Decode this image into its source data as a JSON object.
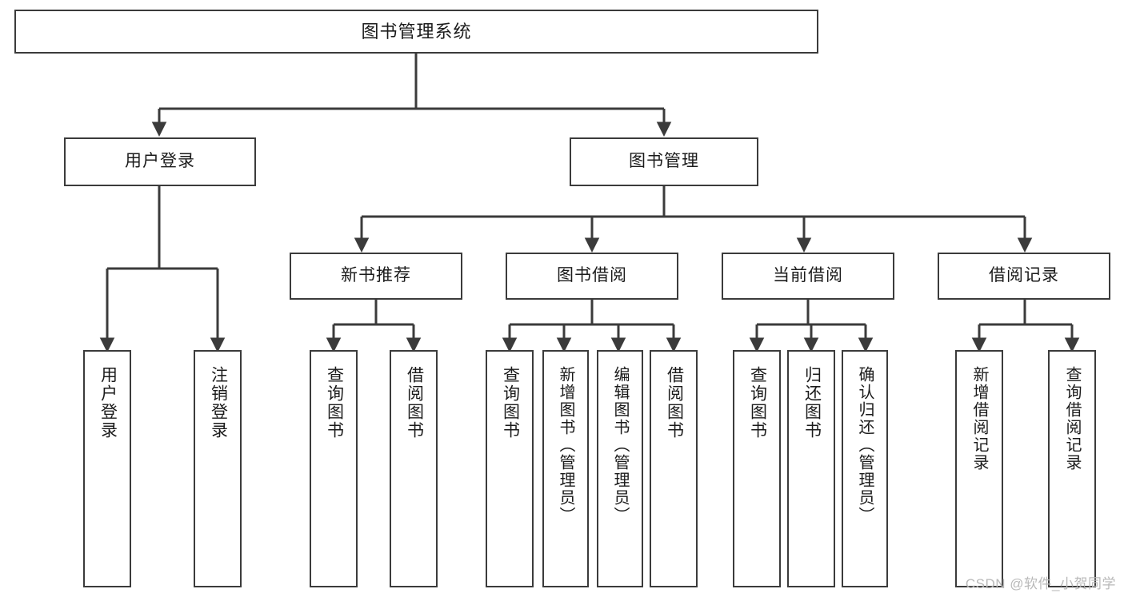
{
  "diagram": {
    "type": "tree-hierarchy",
    "title": "图书管理系统",
    "watermark": "CSDN @软件_小贺同学",
    "colors": {
      "border": "#3b3b3b",
      "text": "#1b1b1b",
      "background": "#ffffff",
      "watermark": "#b9b9b9"
    },
    "nodes": {
      "root": {
        "label": "图书管理系统"
      },
      "level2": [
        {
          "id": "user-login",
          "label": "用户登录"
        },
        {
          "id": "book-management",
          "label": "图书管理"
        }
      ],
      "level3": [
        {
          "id": "new-book-recommend",
          "label": "新书推荐"
        },
        {
          "id": "book-borrow",
          "label": "图书借阅"
        },
        {
          "id": "current-borrow",
          "label": "当前借阅"
        },
        {
          "id": "borrow-record",
          "label": "借阅记录"
        }
      ],
      "leaves": {
        "user-login": [
          {
            "id": "leaf-user-login",
            "label": "用户登录"
          },
          {
            "id": "leaf-logout-login",
            "label": "注销登录"
          }
        ],
        "new-book-recommend": [
          {
            "id": "leaf-query-book-1",
            "label": "查询图书"
          },
          {
            "id": "leaf-borrow-book-1",
            "label": "借阅图书"
          }
        ],
        "book-borrow": [
          {
            "id": "leaf-query-book-2",
            "label": "查询图书"
          },
          {
            "id": "leaf-add-book",
            "label": "新增图书（管理员）"
          },
          {
            "id": "leaf-edit-book",
            "label": "编辑图书（管理员）"
          },
          {
            "id": "leaf-borrow-book-2",
            "label": "借阅图书"
          }
        ],
        "current-borrow": [
          {
            "id": "leaf-query-book-3",
            "label": "查询图书"
          },
          {
            "id": "leaf-return-book",
            "label": "归还图书"
          },
          {
            "id": "leaf-confirm-return",
            "label": "确认归还（管理员）"
          }
        ],
        "borrow-record": [
          {
            "id": "leaf-add-record",
            "label": "新增借阅记录"
          },
          {
            "id": "leaf-query-record",
            "label": "查询借阅记录"
          }
        ]
      }
    }
  }
}
